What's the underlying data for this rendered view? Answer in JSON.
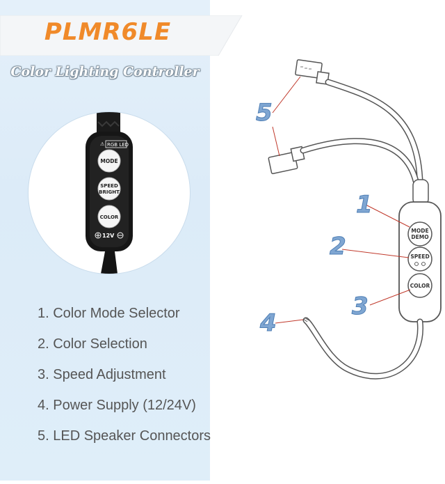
{
  "brand": {
    "name": "PLMR6LE"
  },
  "subtitle": "Color Lighting Controller",
  "product_photo": {
    "led_label": "RGB LED",
    "mode_label": "MODE",
    "speed_label": "SPEED",
    "bright_label": "BRIGHT",
    "color_label": "COLOR",
    "voltage_label": "12V"
  },
  "features": [
    "1. Color Mode Selector",
    "2. Color Selection",
    "3. Speed Adjustment",
    "4. Power Supply (12/24V)",
    "5. LED Speaker Connectors"
  ],
  "diagram": {
    "mode_label": "MODE",
    "demo_label": "DEMO",
    "speed_label": "SPEED",
    "color_label": "COLOR",
    "callouts": [
      "1",
      "2",
      "3",
      "4",
      "5"
    ]
  },
  "colors": {
    "brand_orange": "#f08a2a",
    "callout_blue": "#7fa6d2",
    "panel_blue": "#dfeef9"
  }
}
